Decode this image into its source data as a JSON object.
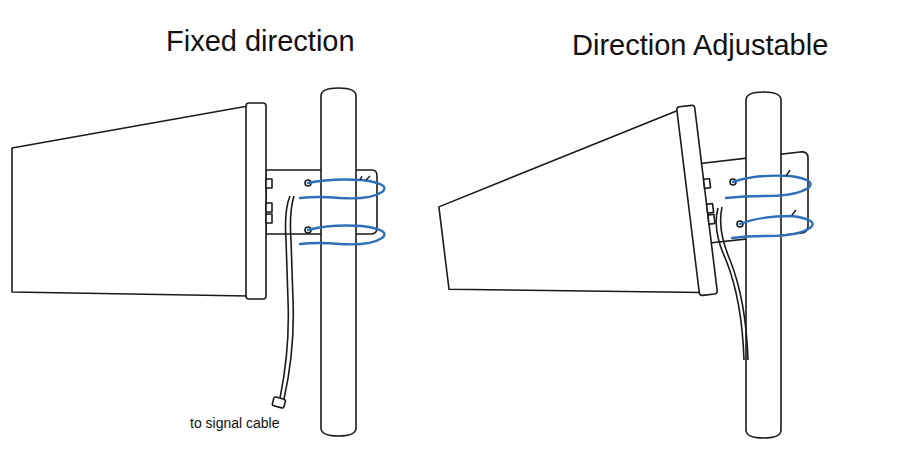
{
  "diagram": {
    "labels": [
      "Fixed direction",
      "Direction Adjustable",
      "to signal cable"
    ]
  }
}
